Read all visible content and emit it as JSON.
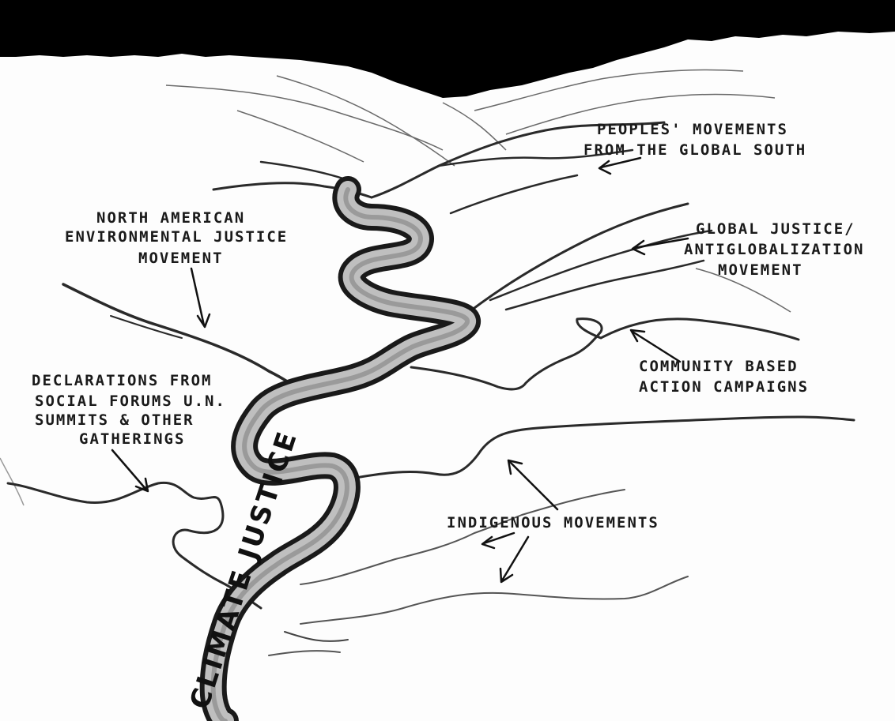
{
  "main_river": {
    "label": "CLIMATE JUSTICE"
  },
  "labels": {
    "peoples_movements": [
      "PEOPLES' MOVEMENTS",
      "FROM THE GLOBAL SOUTH"
    ],
    "global_justice": [
      "GLOBAL JUSTICE/",
      "ANTIGLOBALIZATION",
      "MOVEMENT"
    ],
    "north_american": [
      "NORTH AMERICAN",
      "ENVIRONMENTAL JUSTICE",
      "MOVEMENT"
    ],
    "community_based": [
      "COMMUNITY BASED",
      "ACTION CAMPAIGNS"
    ],
    "declarations": [
      "DECLARATIONS FROM",
      "SOCIAL FORUMS U.N.",
      "SUMMITS & OTHER",
      "GATHERINGS"
    ],
    "indigenous": [
      "INDIGENOUS MOVEMENTS"
    ]
  }
}
